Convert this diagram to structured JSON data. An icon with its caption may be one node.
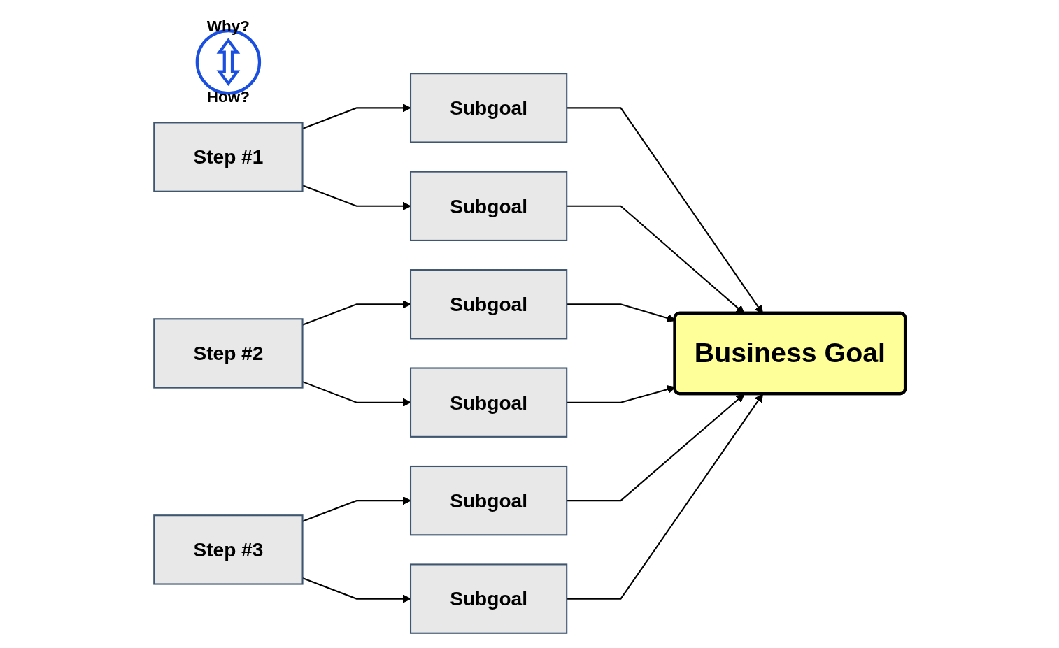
{
  "diagram": {
    "nodes": [
      {
        "text": [
          "Why?",
          "How?"
        ]
      },
      {
        "text": [
          "Step #1"
        ]
      },
      {
        "text": [
          "Subgoal"
        ]
      },
      {
        "text": [
          "Subgoal"
        ]
      },
      {
        "text": [
          "Step #2"
        ]
      },
      {
        "text": [
          "Subgoal"
        ]
      },
      {
        "text": [
          "Subgoal"
        ]
      },
      {
        "text": [
          "Step #3"
        ]
      },
      {
        "text": [
          "Subgoal"
        ]
      },
      {
        "text": [
          "Subgoal"
        ]
      },
      {
        "text": [
          "Business Goal"
        ]
      }
    ],
    "edges": [
      {
        "from": 1,
        "to": 2,
        "arrow": "to"
      },
      {
        "from": 1,
        "to": 3,
        "arrow": "to"
      },
      {
        "from": 4,
        "to": 5,
        "arrow": "to"
      },
      {
        "from": 4,
        "to": 6,
        "arrow": "to"
      },
      {
        "from": 7,
        "to": 8,
        "arrow": "to"
      },
      {
        "from": 7,
        "to": 9,
        "arrow": "to"
      },
      {
        "from": 2,
        "to": 10,
        "arrow": "to"
      },
      {
        "from": 3,
        "to": 10,
        "arrow": "to"
      },
      {
        "from": 5,
        "to": 10,
        "arrow": "to"
      },
      {
        "from": 6,
        "to": 10,
        "arrow": "to"
      },
      {
        "from": 8,
        "to": 10,
        "arrow": "to"
      },
      {
        "from": 9,
        "to": 10,
        "arrow": "to"
      }
    ]
  }
}
